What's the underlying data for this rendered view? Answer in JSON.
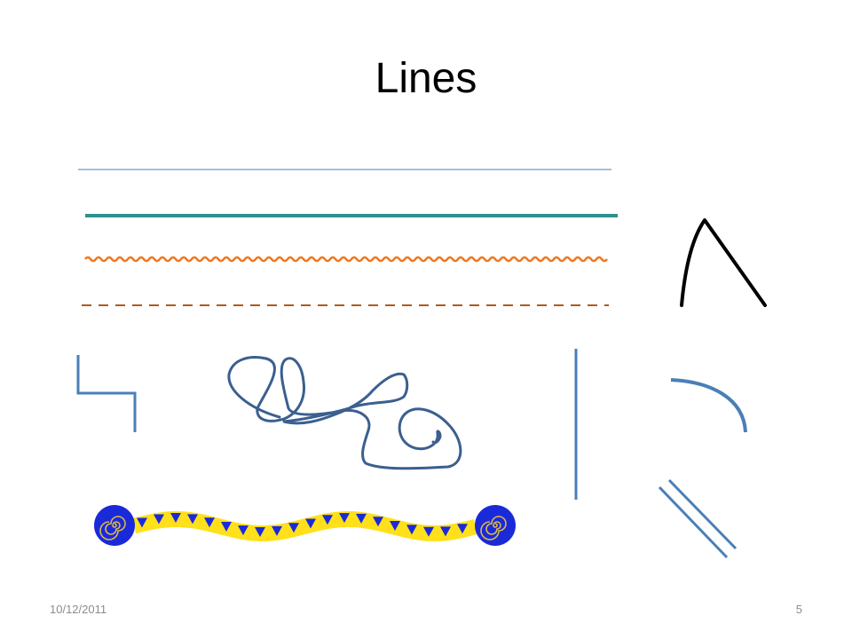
{
  "slide": {
    "title": "Lines",
    "footer": {
      "date": "10/12/2011",
      "page_number": "5"
    }
  },
  "colors": {
    "thin_line": "#4a7fb0",
    "thick_line": "#2f8f8f",
    "wavy_line": "#f07820",
    "dashed_line": "#b05a20",
    "blue_line": "#4a7fb8",
    "scribble": "#3b5f8f",
    "black_line": "#000000",
    "ribbon_yellow": "#ffe01a",
    "ribbon_blue": "#1a2ad8",
    "spiral_gold": "#d9b84a"
  }
}
